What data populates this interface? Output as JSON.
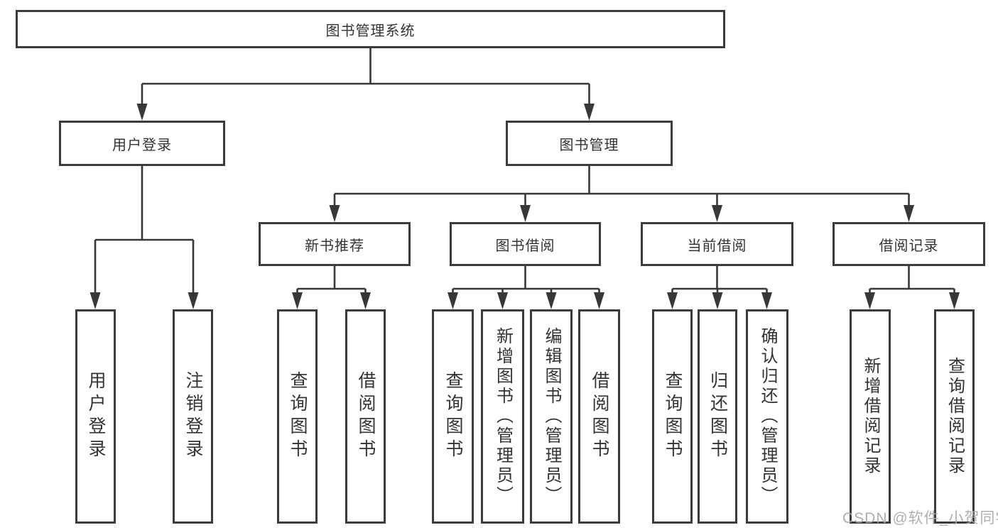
{
  "tree": {
    "label": "图书管理系统",
    "children": [
      {
        "label": "用户登录",
        "children": [
          {
            "label": "用户登录"
          },
          {
            "label": "注销登录"
          }
        ]
      },
      {
        "label": "图书管理",
        "children": [
          {
            "label": "新书推荐",
            "children": [
              {
                "label": "查询图书"
              },
              {
                "label": "借阅图书"
              }
            ]
          },
          {
            "label": "图书借阅",
            "children": [
              {
                "label": "查询图书"
              },
              {
                "label": "新增图书（管理员）"
              },
              {
                "label": "编辑图书（管理员）"
              },
              {
                "label": "借阅图书"
              }
            ]
          },
          {
            "label": "当前借阅",
            "children": [
              {
                "label": "查询图书"
              },
              {
                "label": "归还图书"
              },
              {
                "label": "确认归还（管理员）"
              }
            ]
          },
          {
            "label": "借阅记录",
            "children": [
              {
                "label": "新增借阅记录"
              },
              {
                "label": "查询借阅记录"
              }
            ]
          }
        ]
      }
    ]
  },
  "watermark": {
    "text": "CSDN @软件_小贺同学"
  },
  "colors": {
    "line": "#383838",
    "box_border": "#3c3c3c",
    "text": "#333333",
    "watermark": "#a9a9a9",
    "background": "#ffffff"
  }
}
